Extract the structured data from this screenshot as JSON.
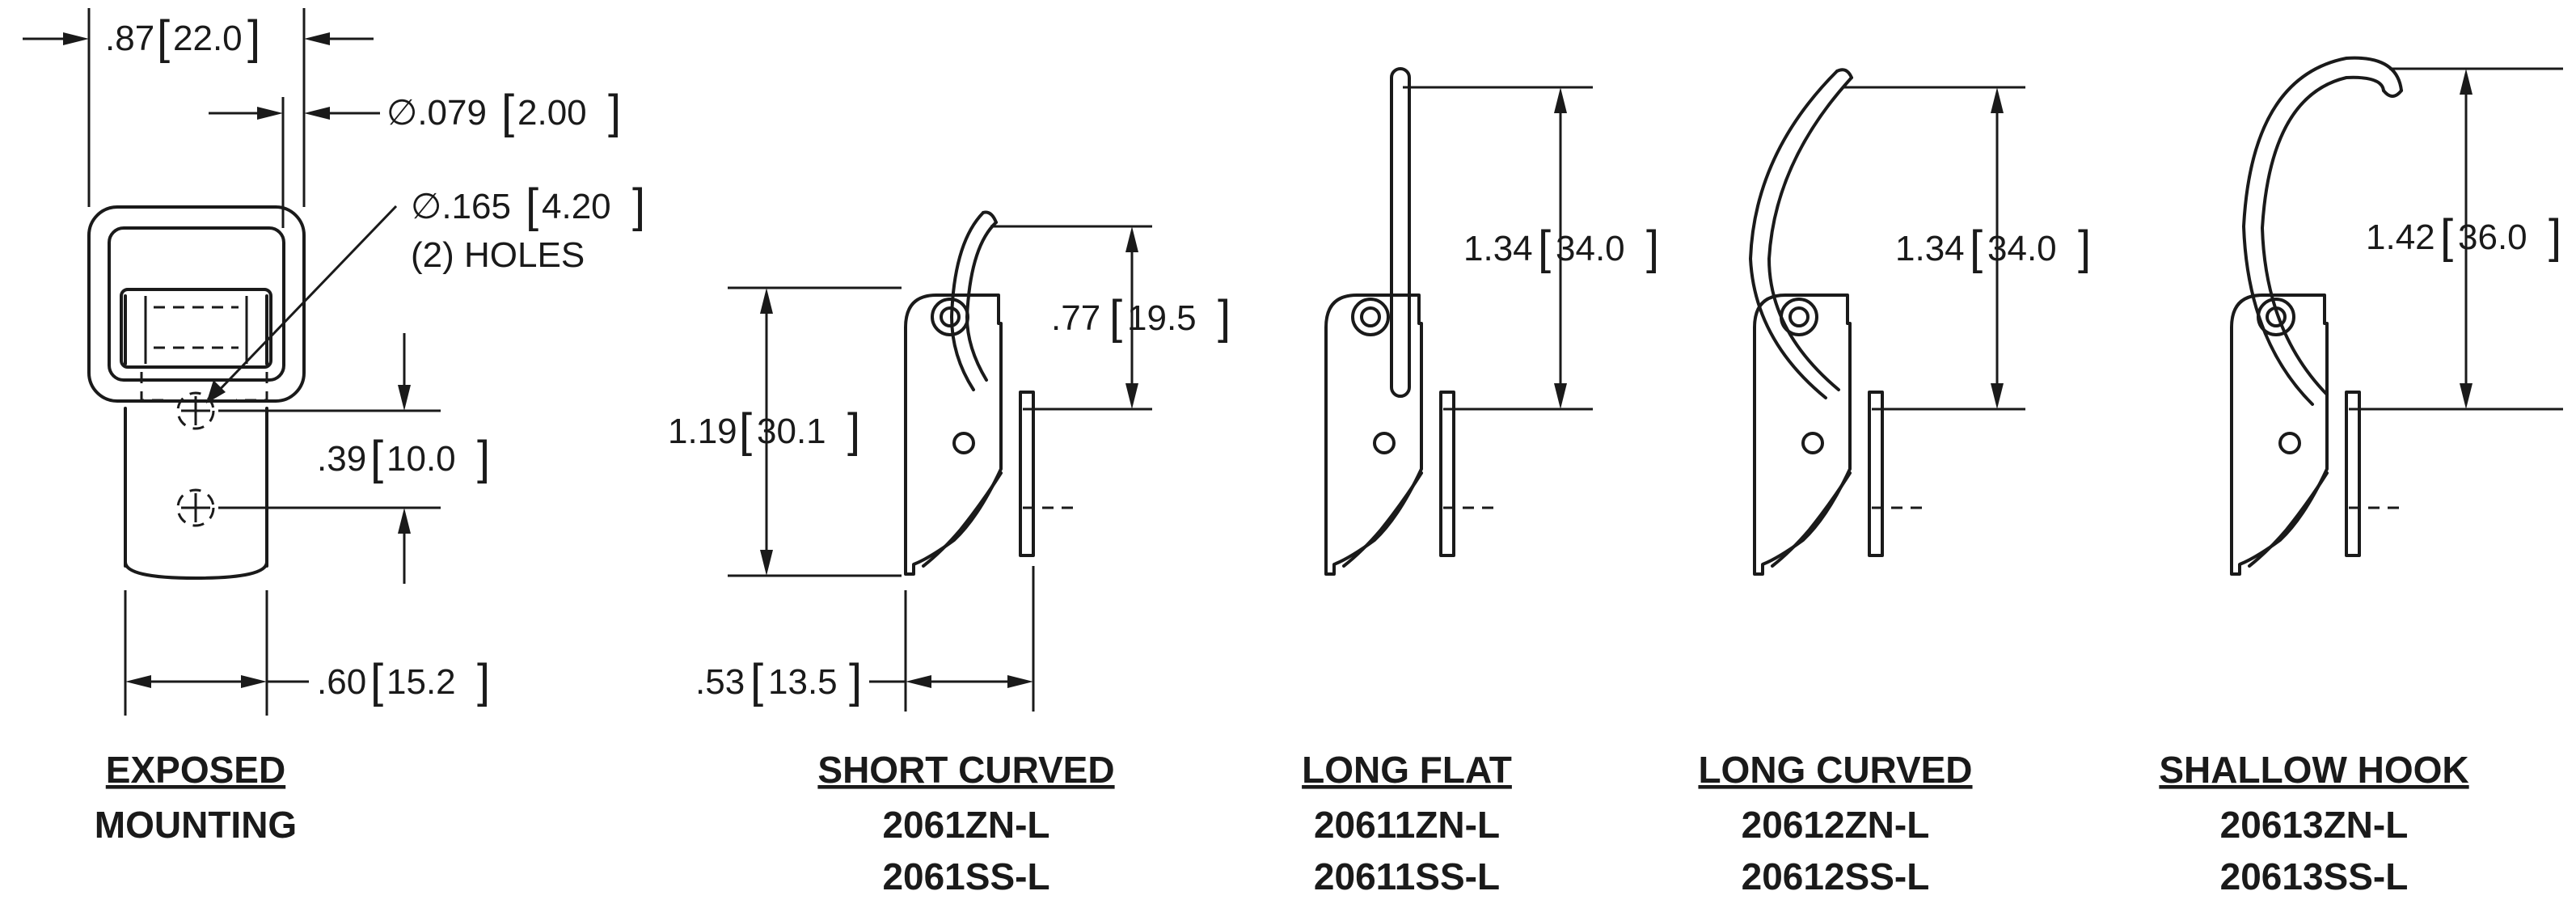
{
  "colors": {
    "line": "#1a1a1a",
    "background": "#ffffff"
  },
  "dimensions": {
    "exposed_width": {
      "inch": ".87",
      "mm": "22.0"
    },
    "pin_diameter": {
      "inch": "∅.079",
      "mm": "2.00"
    },
    "hole_diameter": {
      "inch": "∅.165",
      "mm": "4.20"
    },
    "holes_note": "(2) HOLES",
    "hole_spacing": {
      "inch": ".39",
      "mm": "10.0"
    },
    "base_width": {
      "inch": ".60",
      "mm": "15.2"
    },
    "body_height": {
      "inch": "1.19",
      "mm": "30.1"
    },
    "short_curved_reach": {
      "inch": ".77",
      "mm": "19.5"
    },
    "body_depth": {
      "inch": ".53",
      "mm": "13.5"
    },
    "long_flat_reach": {
      "inch": "1.34",
      "mm": "34.0"
    },
    "long_curved_reach": {
      "inch": "1.34",
      "mm": "34.0"
    },
    "shallow_hook_reach": {
      "inch": "1.42",
      "mm": "36.0"
    }
  },
  "views": [
    {
      "title": "EXPOSED",
      "line2": "MOUNTING",
      "line3": ""
    },
    {
      "title": "SHORT CURVED",
      "line2": "2061ZN-L",
      "line3": "2061SS-L"
    },
    {
      "title": "LONG FLAT",
      "line2": "20611ZN-L",
      "line3": "20611SS-L"
    },
    {
      "title": "LONG CURVED",
      "line2": "20612ZN-L",
      "line3": "20612SS-L"
    },
    {
      "title": "SHALLOW HOOK",
      "line2": "20613ZN-L",
      "line3": "20613SS-L"
    }
  ]
}
